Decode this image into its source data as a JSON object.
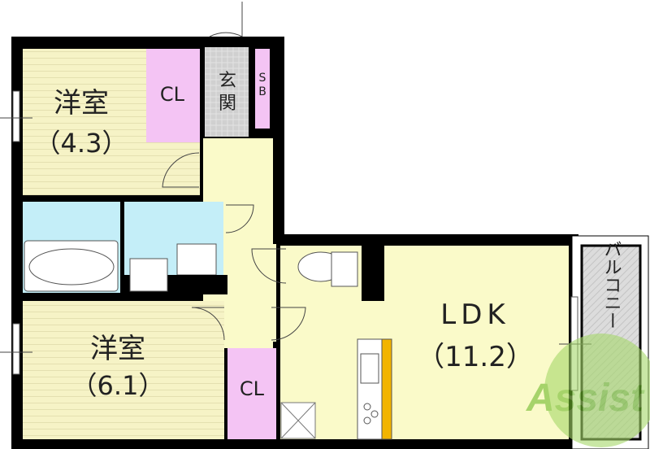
{
  "floorplan": {
    "rooms": {
      "western_room_1": {
        "name": "洋室",
        "size": "（4.3）"
      },
      "western_room_2": {
        "name": "洋室",
        "size": "（6.1）"
      },
      "closet_1": {
        "name": "CL"
      },
      "closet_2": {
        "name": "CL"
      },
      "entrance": {
        "name": "玄関"
      },
      "shoe_box": {
        "name": "SB"
      },
      "ldk": {
        "name": "LDK",
        "size": "（11.2）"
      },
      "balcony": {
        "name": "バルコニー"
      }
    },
    "logo": {
      "text": "Assist"
    }
  },
  "colors": {
    "wall": "#000000",
    "western_room": "#f6f3c6",
    "ldk": "#fafac9",
    "closet": "#f4c4f4",
    "wet_area": "#c4eef8",
    "entrance": "#d8d8d8",
    "balcony": "#d4d4d4",
    "counter_accent": "#f2b400",
    "logo": "#8fcf3c"
  }
}
